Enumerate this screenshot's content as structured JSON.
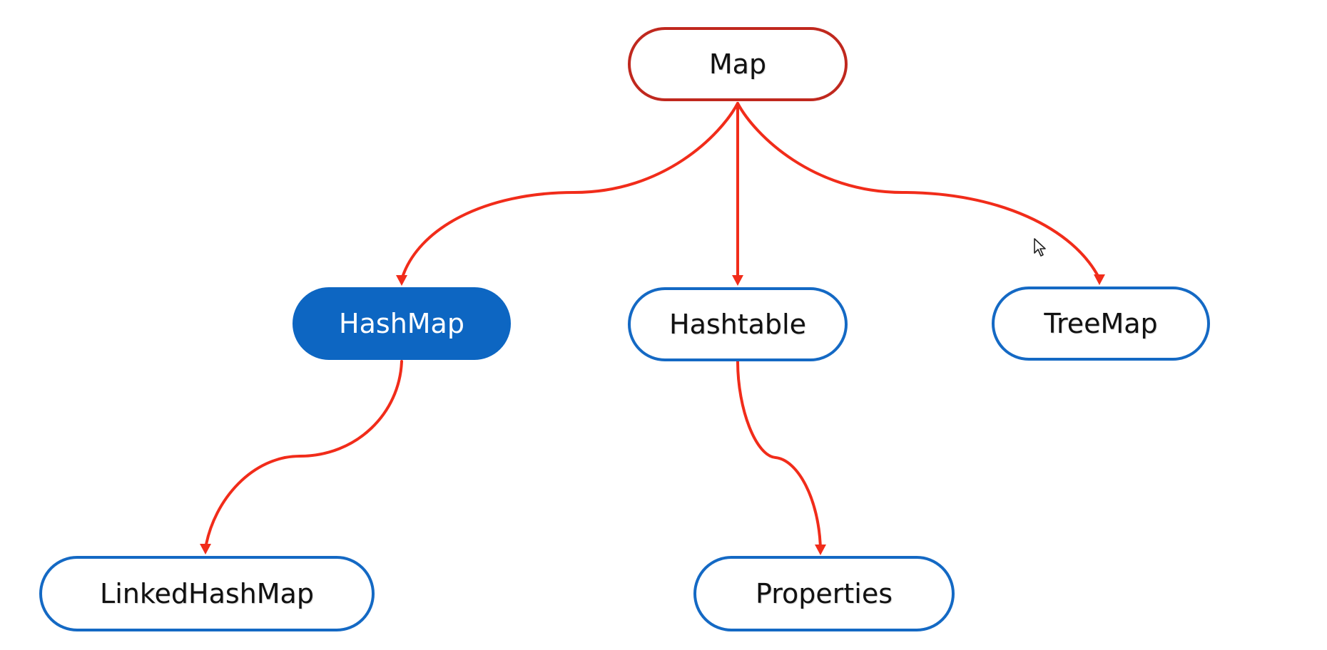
{
  "diagram": {
    "nodes": {
      "root": {
        "label": "Map"
      },
      "hashmap": {
        "label": "HashMap"
      },
      "hashtable": {
        "label": "Hashtable"
      },
      "treemap": {
        "label": "TreeMap"
      },
      "linkedhashmap": {
        "label": "LinkedHashMap"
      },
      "properties": {
        "label": "Properties"
      }
    },
    "edges": [
      {
        "from": "Map",
        "to": "HashMap"
      },
      {
        "from": "Map",
        "to": "Hashtable"
      },
      {
        "from": "Map",
        "to": "TreeMap"
      },
      {
        "from": "HashMap",
        "to": "LinkedHashMap"
      },
      {
        "from": "Hashtable",
        "to": "Properties"
      }
    ]
  },
  "colors": {
    "edge": "#f12c1a",
    "root_border": "#c0281e",
    "node_border": "#1469c4",
    "highlight_fill": "#0d66c2"
  },
  "icons": {
    "cursor": "mouse-pointer-icon"
  }
}
